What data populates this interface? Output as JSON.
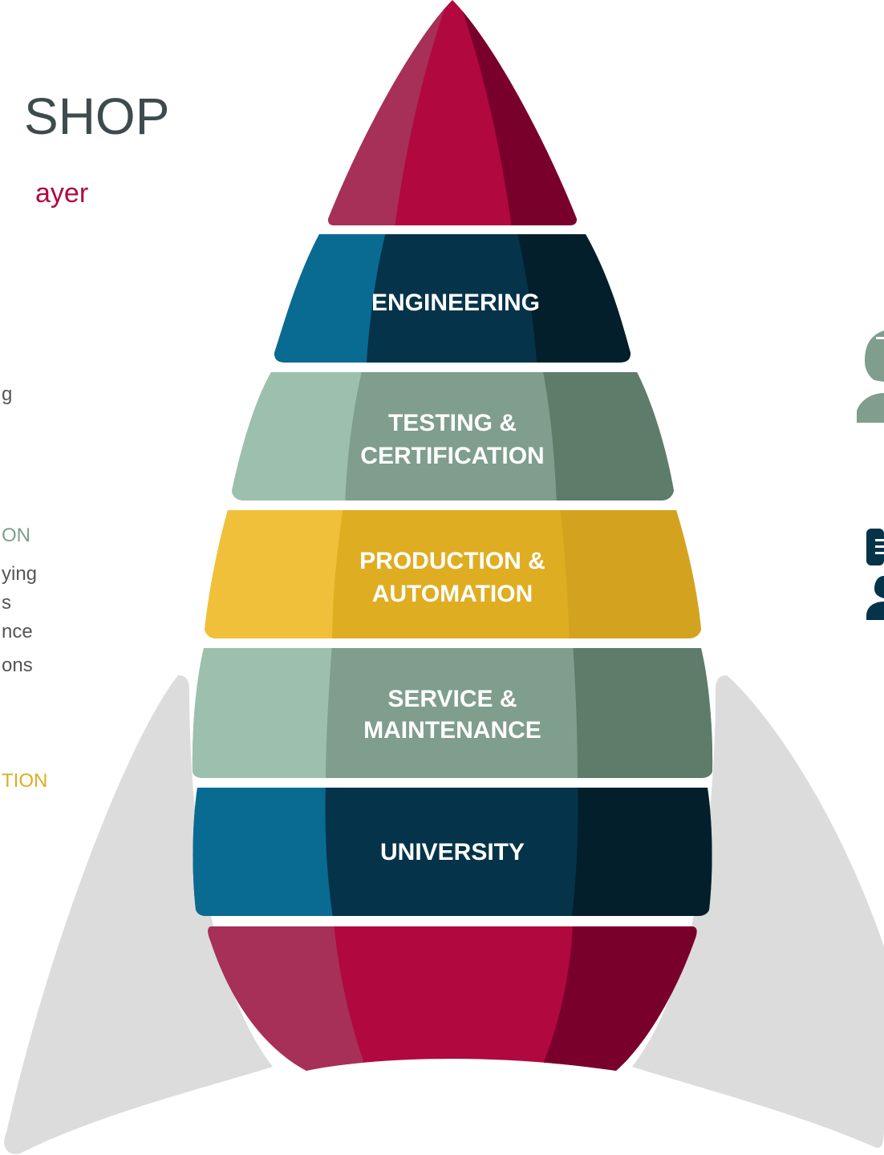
{
  "colors": {
    "crimson": "#b0083f",
    "crimson_light": "#a63058",
    "crimson_dark": "#7a002c",
    "navy": "#05334a",
    "blue": "#0a6b92",
    "navy_dark": "#021f2b",
    "sage": "#7f9e8d",
    "sage_light": "#9cc0ad",
    "sage_dark": "#5d7c6a",
    "gold": "#dfad22",
    "gold_light": "#f0c03a",
    "gold_dark": "#d3a31f",
    "fin_gray": "#dcdcdc",
    "title_gray": "#3e4b4e"
  },
  "left_text": {
    "title": "SHOP",
    "subtitle": "ayer",
    "fragment_g": "g",
    "production_heading": "ON",
    "production_lines": [
      "ying",
      "s",
      "nce",
      "ons"
    ],
    "automation_heading": "TION"
  },
  "rocket": {
    "bands": [
      {
        "id": "engineering",
        "lines": [
          "ENGINEERING"
        ]
      },
      {
        "id": "testing",
        "lines": [
          "TESTING &",
          "CERTIFICATION"
        ]
      },
      {
        "id": "production",
        "lines": [
          "PRODUCTION &",
          "AUTOMATION"
        ]
      },
      {
        "id": "service",
        "lines": [
          "SERVICE &",
          "MAINTENANCE"
        ]
      },
      {
        "id": "university",
        "lines": [
          "UNIVERSITY"
        ]
      }
    ]
  },
  "right_icons": [
    {
      "name": "person-icon",
      "color": "sage"
    },
    {
      "name": "document-person-icon",
      "color": "navy"
    }
  ]
}
